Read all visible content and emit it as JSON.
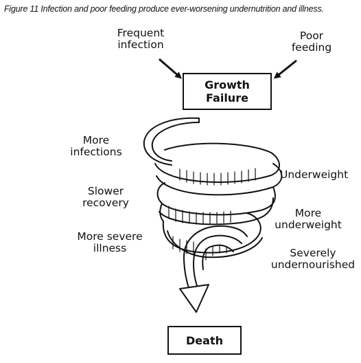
{
  "caption": "Figure 11  Infection and poor feeding produce ever-worsening undernutrition and illness.",
  "inputs": {
    "left_line1": "Frequent",
    "left_line2": "infection",
    "right_line1": "Poor",
    "right_line2": "feeding"
  },
  "top_box": {
    "line1": "Growth",
    "line2": "Failure"
  },
  "left_labels": [
    {
      "line1": "More",
      "line2": "infections"
    },
    {
      "line1": "Slower",
      "line2": "recovery"
    },
    {
      "line1": "More severe",
      "line2": "illness"
    }
  ],
  "right_labels": [
    {
      "line1": "Underweight",
      "line2": ""
    },
    {
      "line1": "More",
      "line2": "underweight"
    },
    {
      "line1": "Severely",
      "line2": "undernourished"
    }
  ],
  "bottom_box": {
    "label": "Death"
  },
  "colors": {
    "ink": "#111111",
    "background": "#ffffff"
  }
}
